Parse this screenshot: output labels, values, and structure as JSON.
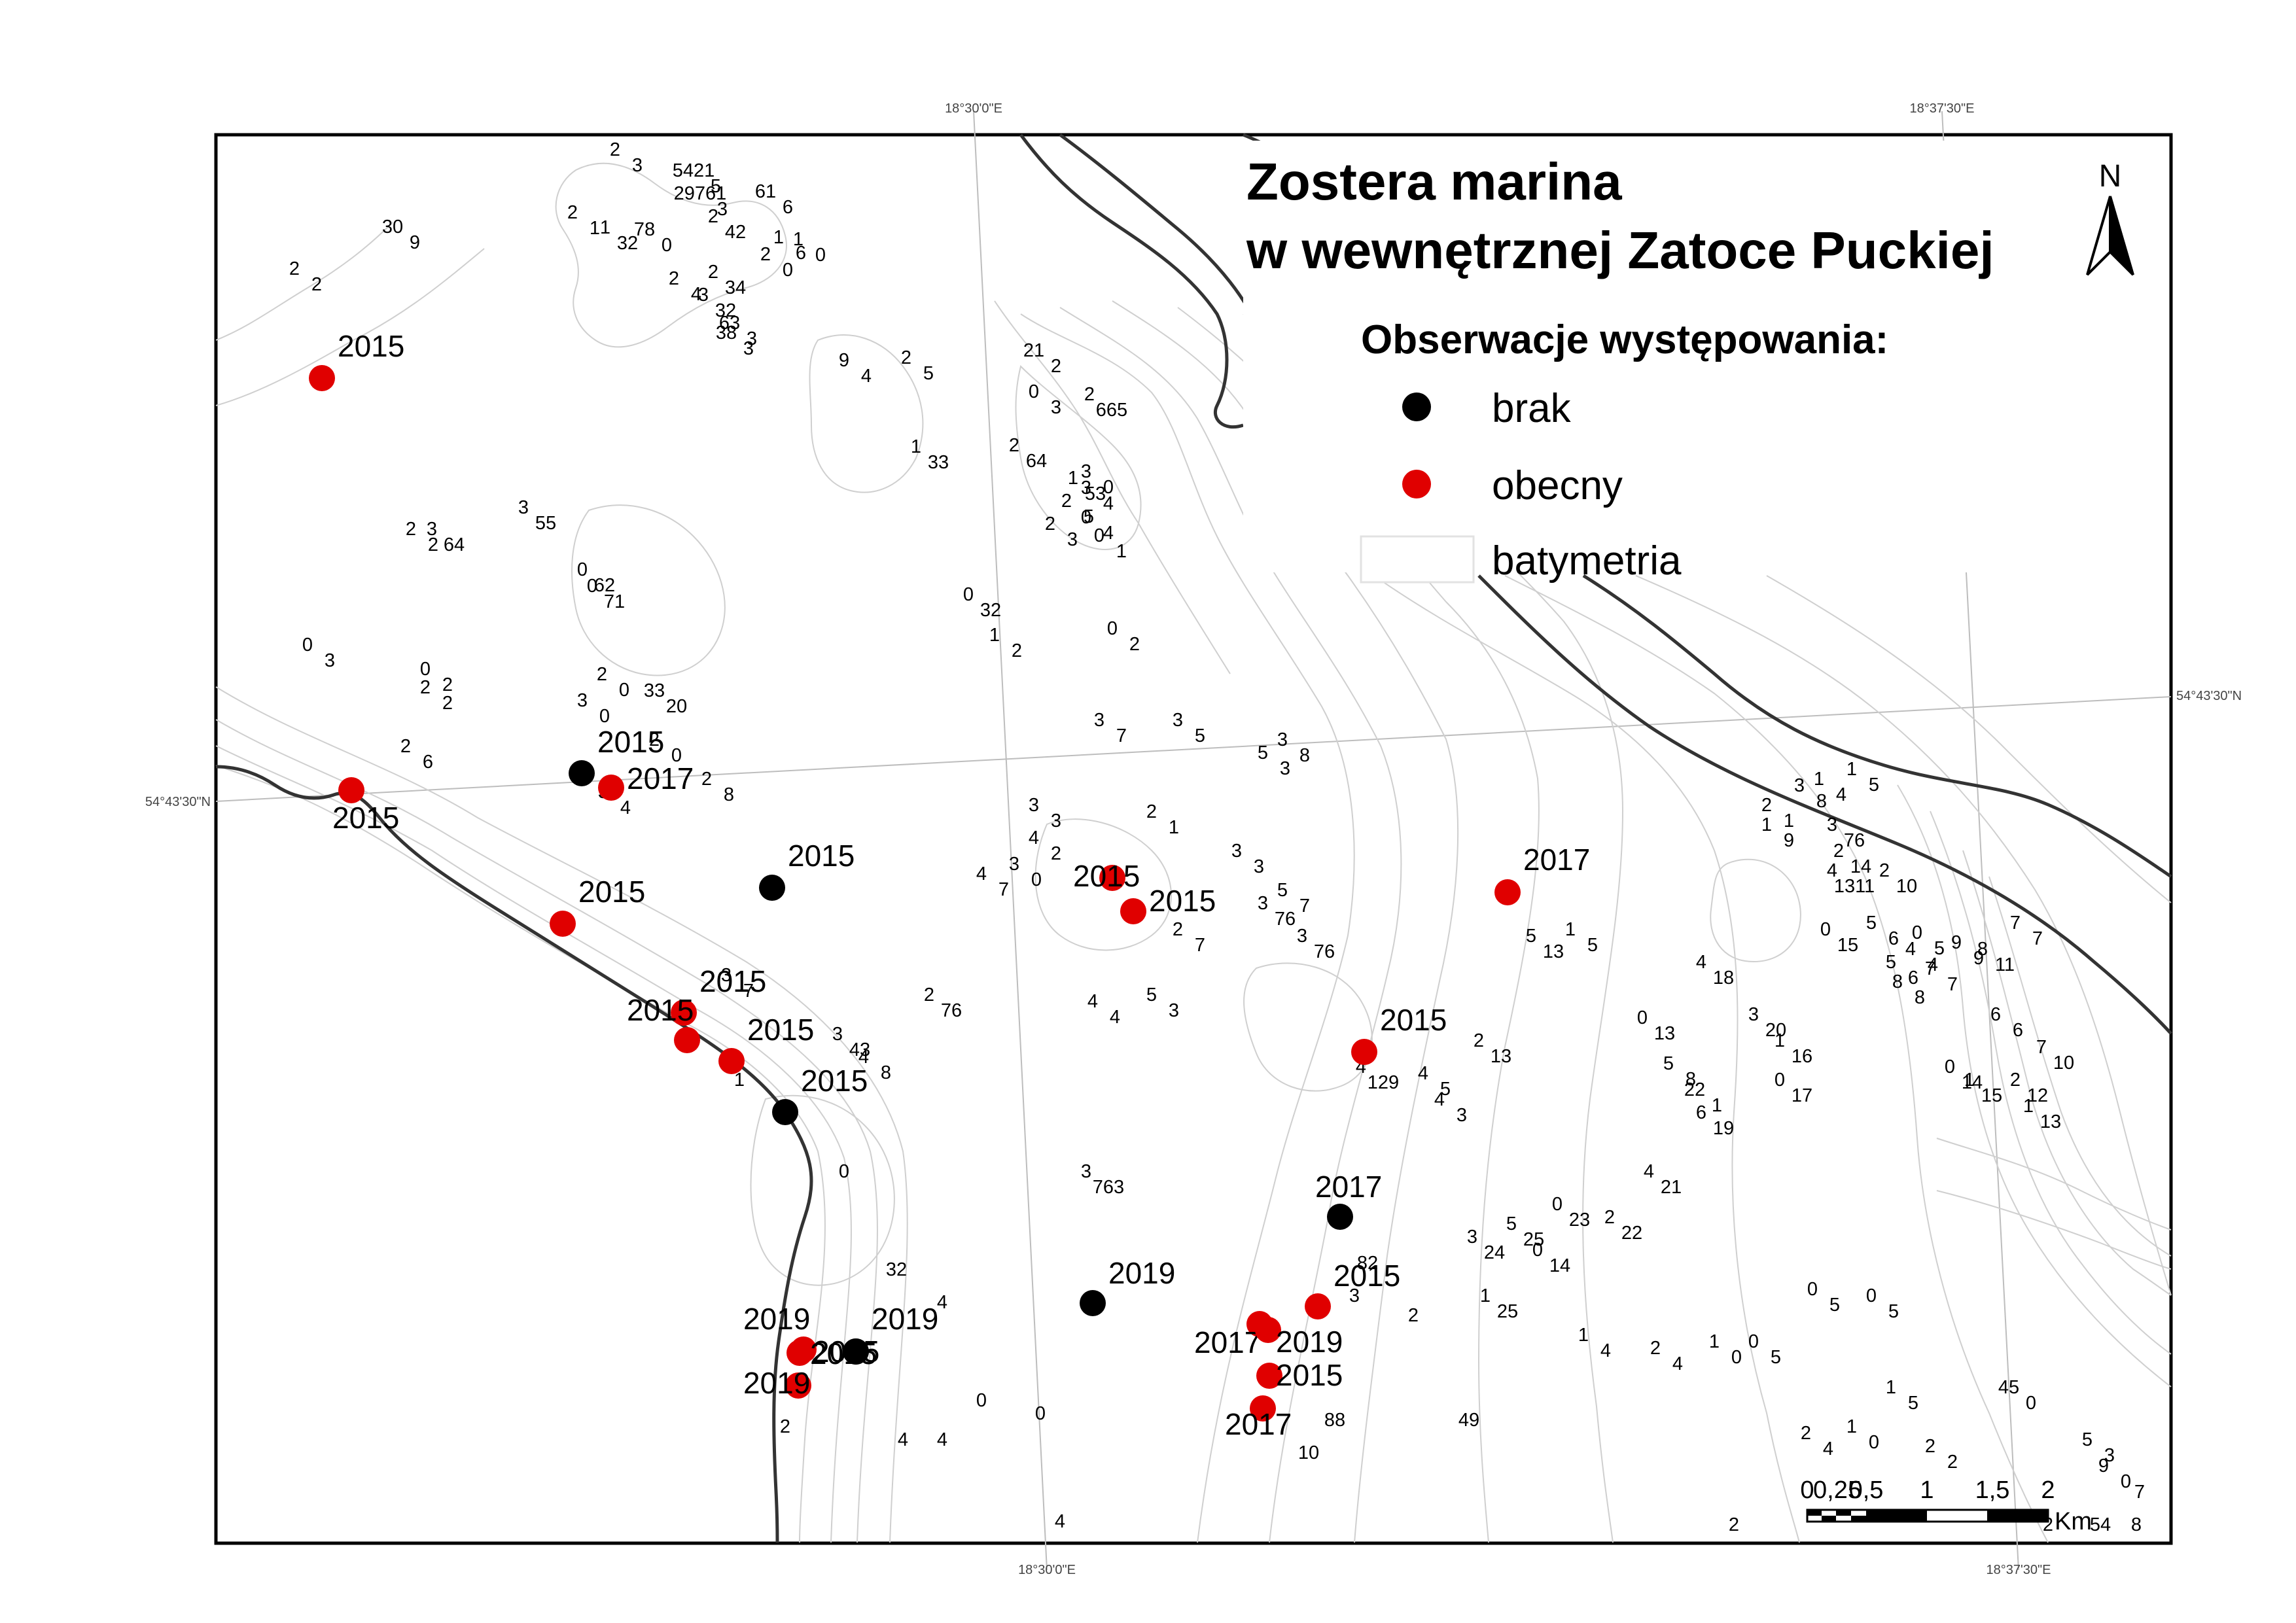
{
  "map": {
    "title_line1": "Zostera marina",
    "title_line2": "w wewnętrznej Zatoce Puckiej",
    "legend": {
      "heading": "Obserwacje występowania:",
      "items": [
        {
          "label": "brak",
          "color": "#000000",
          "symbol": "dot"
        },
        {
          "label": "obecny",
          "color": "#e00000",
          "symbol": "dot"
        },
        {
          "label": "batymetria",
          "color": "#dddddd",
          "symbol": "box"
        }
      ]
    },
    "north_label": "N",
    "coordinates": {
      "top_left": "18°30'0\"E",
      "top_right": "18°37'30\"E",
      "bottom_left": "18°30'0\"E",
      "bottom_right": "18°37'30\"E",
      "left": "54°43'30\"N",
      "right": "54°43'30\"N"
    },
    "scale_bar": {
      "labels": [
        "0",
        "0,25",
        "0,5",
        "1",
        "1,5",
        "2"
      ],
      "unit": "Km"
    },
    "observations": [
      {
        "year": "2015",
        "status": "obecny"
      },
      {
        "year": "2015",
        "status": "obecny"
      },
      {
        "year": "2015",
        "status": "brak"
      },
      {
        "year": "2017",
        "status": "obecny"
      },
      {
        "year": "2015",
        "status": "brak"
      },
      {
        "year": "2015",
        "status": "obecny"
      },
      {
        "year": "2015",
        "status": "obecny"
      },
      {
        "year": "2015",
        "status": "obecny"
      },
      {
        "year": "2015",
        "status": "obecny"
      },
      {
        "year": "2015",
        "status": "brak"
      },
      {
        "year": "2015",
        "status": "obecny"
      },
      {
        "year": "2015",
        "status": "obecny"
      },
      {
        "year": "2017",
        "status": "obecny"
      },
      {
        "year": "2015",
        "status": "obecny"
      },
      {
        "year": "2017",
        "status": "brak"
      },
      {
        "year": "2019",
        "status": "brak"
      },
      {
        "year": "2015",
        "status": "obecny"
      },
      {
        "year": "2017",
        "status": "obecny"
      },
      {
        "year": "2019",
        "status": "obecny"
      },
      {
        "year": "2015",
        "status": "obecny"
      },
      {
        "year": "2017",
        "status": "obecny"
      },
      {
        "year": "2019",
        "status": "obecny"
      },
      {
        "year": "2015",
        "status": "obecny"
      },
      {
        "year": "2019",
        "status": "brak"
      },
      {
        "year": "2015",
        "status": "brak"
      },
      {
        "year": "2019",
        "status": "obecny"
      }
    ],
    "depth_labels": [
      "2",
      "5421",
      "29761",
      "61",
      "2",
      "1",
      "2",
      "1",
      "2",
      "1",
      "78",
      "30",
      "2",
      "2",
      "3",
      "2",
      "38",
      "63",
      "9",
      "2",
      "21",
      "0",
      "2",
      "1",
      "2",
      "1",
      "2",
      "2",
      "0",
      "0",
      "3",
      "3",
      "2",
      "3",
      "3",
      "0",
      "0",
      "0",
      "1",
      "0",
      "0",
      "0",
      "2",
      "33",
      "3",
      "2",
      "2",
      "2",
      "3",
      "3",
      "5",
      "3",
      "2",
      "3",
      "3",
      "4",
      "2",
      "3",
      "4",
      "3",
      "5",
      "3",
      "2",
      "3",
      "3",
      "2",
      "4",
      "5",
      "3",
      "4",
      "3",
      "4",
      "4",
      "4",
      "2",
      "5",
      "1",
      "0",
      "5",
      "22",
      "2",
      "1",
      "3",
      "1",
      "1",
      "3",
      "2",
      "4",
      "2",
      "5",
      "0",
      "4",
      "5",
      "8",
      "7",
      "9",
      "8",
      "7",
      "6",
      "7",
      "2",
      "1",
      "0",
      "1",
      "0",
      "4",
      "3",
      "1",
      "0",
      "6",
      "4",
      "2",
      "0",
      "5",
      "3",
      "1",
      "0",
      "1",
      "2",
      "1",
      "0",
      "0",
      "0",
      "1",
      "2",
      "1",
      "2",
      "45",
      "5",
      "9",
      "7",
      "8",
      "2",
      "54",
      "2",
      "4",
      "4",
      "4",
      "0",
      "0",
      "2",
      "0",
      "32",
      "4",
      "10",
      "88",
      "2",
      "49",
      "82",
      "3",
      "1",
      "3",
      "5",
      "3",
      "6",
      "42",
      "6",
      "0",
      "0",
      "1",
      "32",
      "0",
      "9",
      "2",
      "4",
      "32",
      "34",
      "3",
      "3",
      "4",
      "5",
      "2",
      "3",
      "665",
      "33",
      "64",
      "53",
      "5",
      "3",
      "4",
      "1",
      "4",
      "0",
      "2",
      "64",
      "55",
      "62",
      "71",
      "32",
      "2",
      "2",
      "3",
      "2",
      "2",
      "20",
      "0",
      "0",
      "0",
      "8",
      "7",
      "5",
      "3",
      "8",
      "6",
      "4",
      "3",
      "2",
      "1",
      "0",
      "7",
      "3",
      "7",
      "76",
      "7",
      "76",
      "7",
      "76",
      "4",
      "3",
      "43",
      "8",
      "763",
      "129",
      "5",
      "3",
      "13",
      "13",
      "5",
      "13",
      "8",
      "1",
      "1",
      "9",
      "8",
      "4",
      "5",
      "76",
      "14",
      "1311",
      "10",
      "6",
      "5",
      "4",
      "6",
      "8",
      "7",
      "9",
      "11",
      "7",
      "6",
      "10",
      "12",
      "13",
      "14",
      "15",
      "15",
      "18",
      "20",
      "16",
      "17",
      "19",
      "21",
      "22",
      "23",
      "25",
      "24",
      "25",
      "14",
      "4",
      "4",
      "0",
      "5",
      "5",
      "5",
      "5",
      "4",
      "0",
      "2",
      "0",
      "3",
      "0",
      "0",
      "0",
      "0",
      "5",
      "5",
      "4"
    ]
  }
}
